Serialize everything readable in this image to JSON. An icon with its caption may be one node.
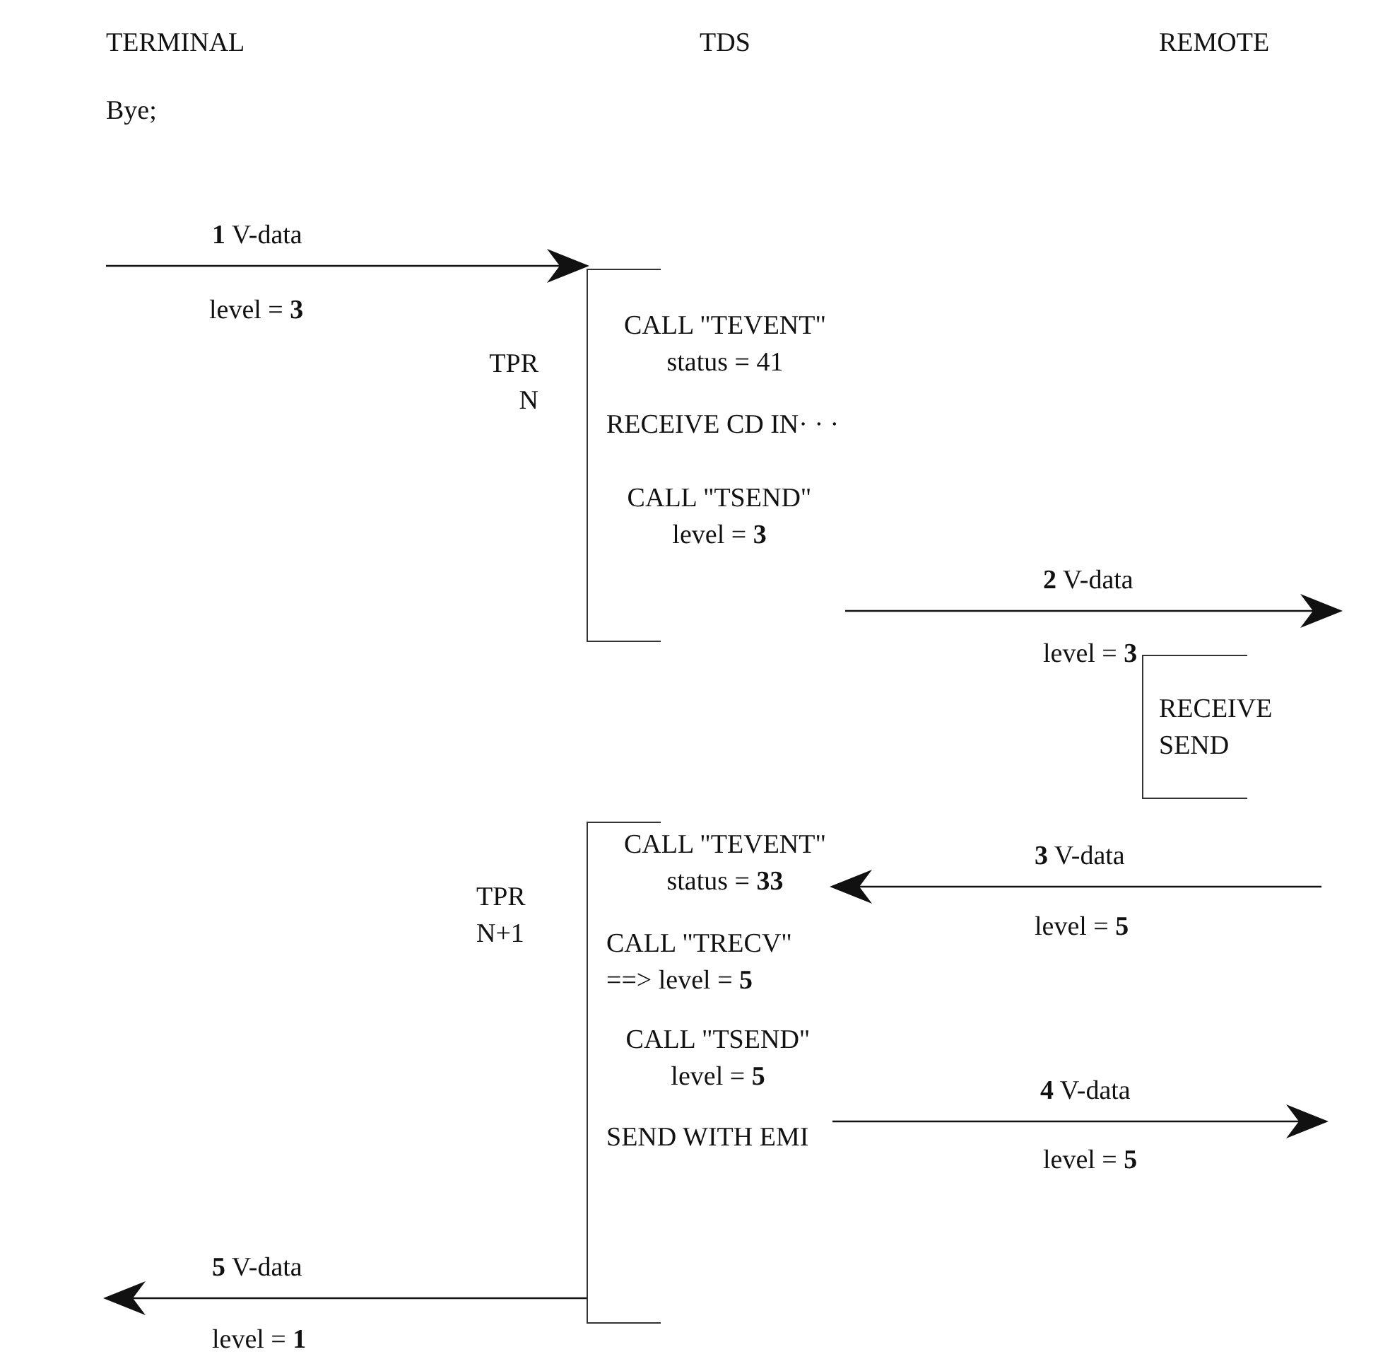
{
  "diagram": {
    "nodes": [
      {
        "text": [
          "CALL \"TEVENT\" status = 41",
          "RECEIVE CD IN· · ·",
          "CALL \"TSEND\" level = **3**"
        ],
        "beside": [
          "TPR N"
        ]
      },
      {
        "text": [
          "RECEIVE",
          "SEND"
        ]
      },
      {
        "text": [
          "CALL \"TEVENT\" status = **33**",
          "CALL \"TRECV\" ==> level = **5**",
          "CALL \"TSEND\" level = **5**",
          "SEND WITH EMI"
        ],
        "beside": [
          "TPR N+1"
        ]
      }
    ],
    "edges": [
      {
        "from": null,
        "to": 0,
        "arrow": "to",
        "label": "**1** V-data"
      },
      {
        "from": 0,
        "to": null,
        "arrow": "to",
        "label": "**2** V-data"
      },
      {
        "from": null,
        "to": 2,
        "arrow": "to",
        "label": "**3** V-data"
      },
      {
        "from": 2,
        "to": null,
        "arrow": "to",
        "label": "**4** V-data"
      },
      {
        "from": 2,
        "to": null,
        "arrow": "to",
        "label": "**5** V-data"
      }
    ],
    "labels": [
      "TERMINAL",
      "TDS",
      "REMOTE",
      "Bye;",
      "level = **3**",
      "level = **3**",
      "level = **5**",
      "level = **5**",
      "level = **1**"
    ]
  }
}
